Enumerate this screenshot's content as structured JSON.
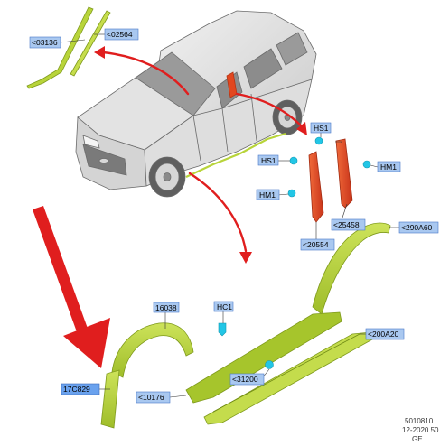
{
  "callouts": {
    "c03136": "<03136",
    "c02564": "<02564",
    "hs1_top": "HS1",
    "hs1_left": "HS1",
    "hm1_right": "HM1",
    "hm1_left": "HM1",
    "c25458": "<25458",
    "c20554": "<20554",
    "c290A60": "<290A60",
    "c16038": "16038",
    "hc1": "HC1",
    "c200A20": "<200A20",
    "c17C829": "17C829",
    "c31200": "<31200",
    "c10176": "<10176"
  },
  "footer": {
    "code": "5010810",
    "date": "12-2020 50",
    "region": "GE"
  },
  "colors": {
    "part_green": "#b8d43a",
    "part_green_dark": "#7f9a1c",
    "trim_red": "#e2471f",
    "arrow_red": "#e01e1e",
    "label_bg": "#a9c8f0",
    "label_border": "#4a79c8",
    "highlight_label_bg": "#6aa2ee",
    "fastener_cyan": "#22c6e6"
  }
}
